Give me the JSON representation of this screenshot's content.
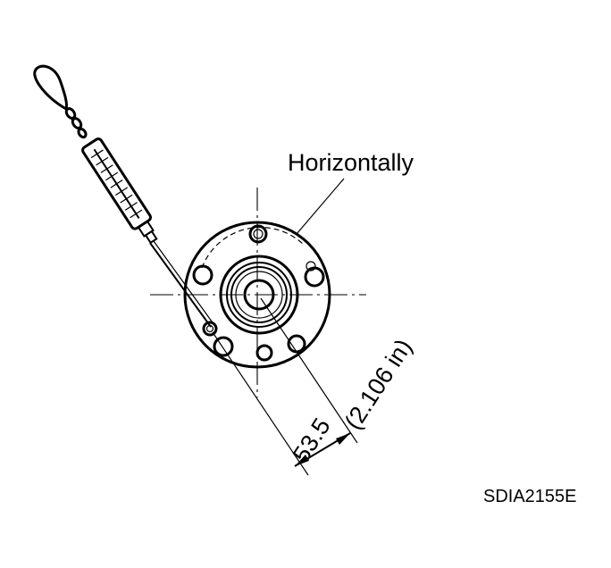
{
  "diagram": {
    "callout_label": "Horizontally",
    "dimension_mm": "53.5",
    "dimension_in": "(2.106 in)",
    "figure_code": "SDIA2155E"
  },
  "colors": {
    "ink": "#000000",
    "background": "#ffffff"
  }
}
